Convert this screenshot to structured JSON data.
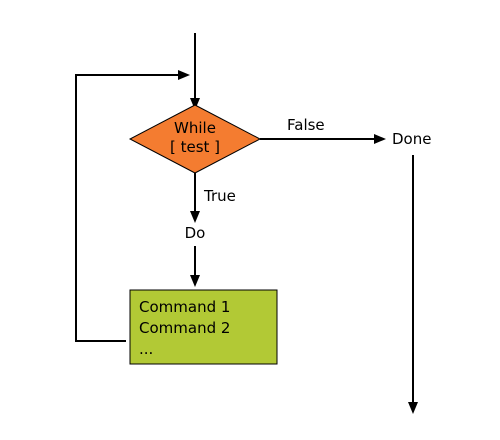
{
  "decision": {
    "line1": "While",
    "line2": "[ test ]",
    "fill": "#f47c30"
  },
  "edges": {
    "false_label": "False",
    "true_label": "True"
  },
  "nodes": {
    "done": "Done",
    "do": "Do"
  },
  "command_block": {
    "lines": [
      "Command 1",
      "Command 2",
      "..."
    ],
    "fill": "#b2c935"
  }
}
